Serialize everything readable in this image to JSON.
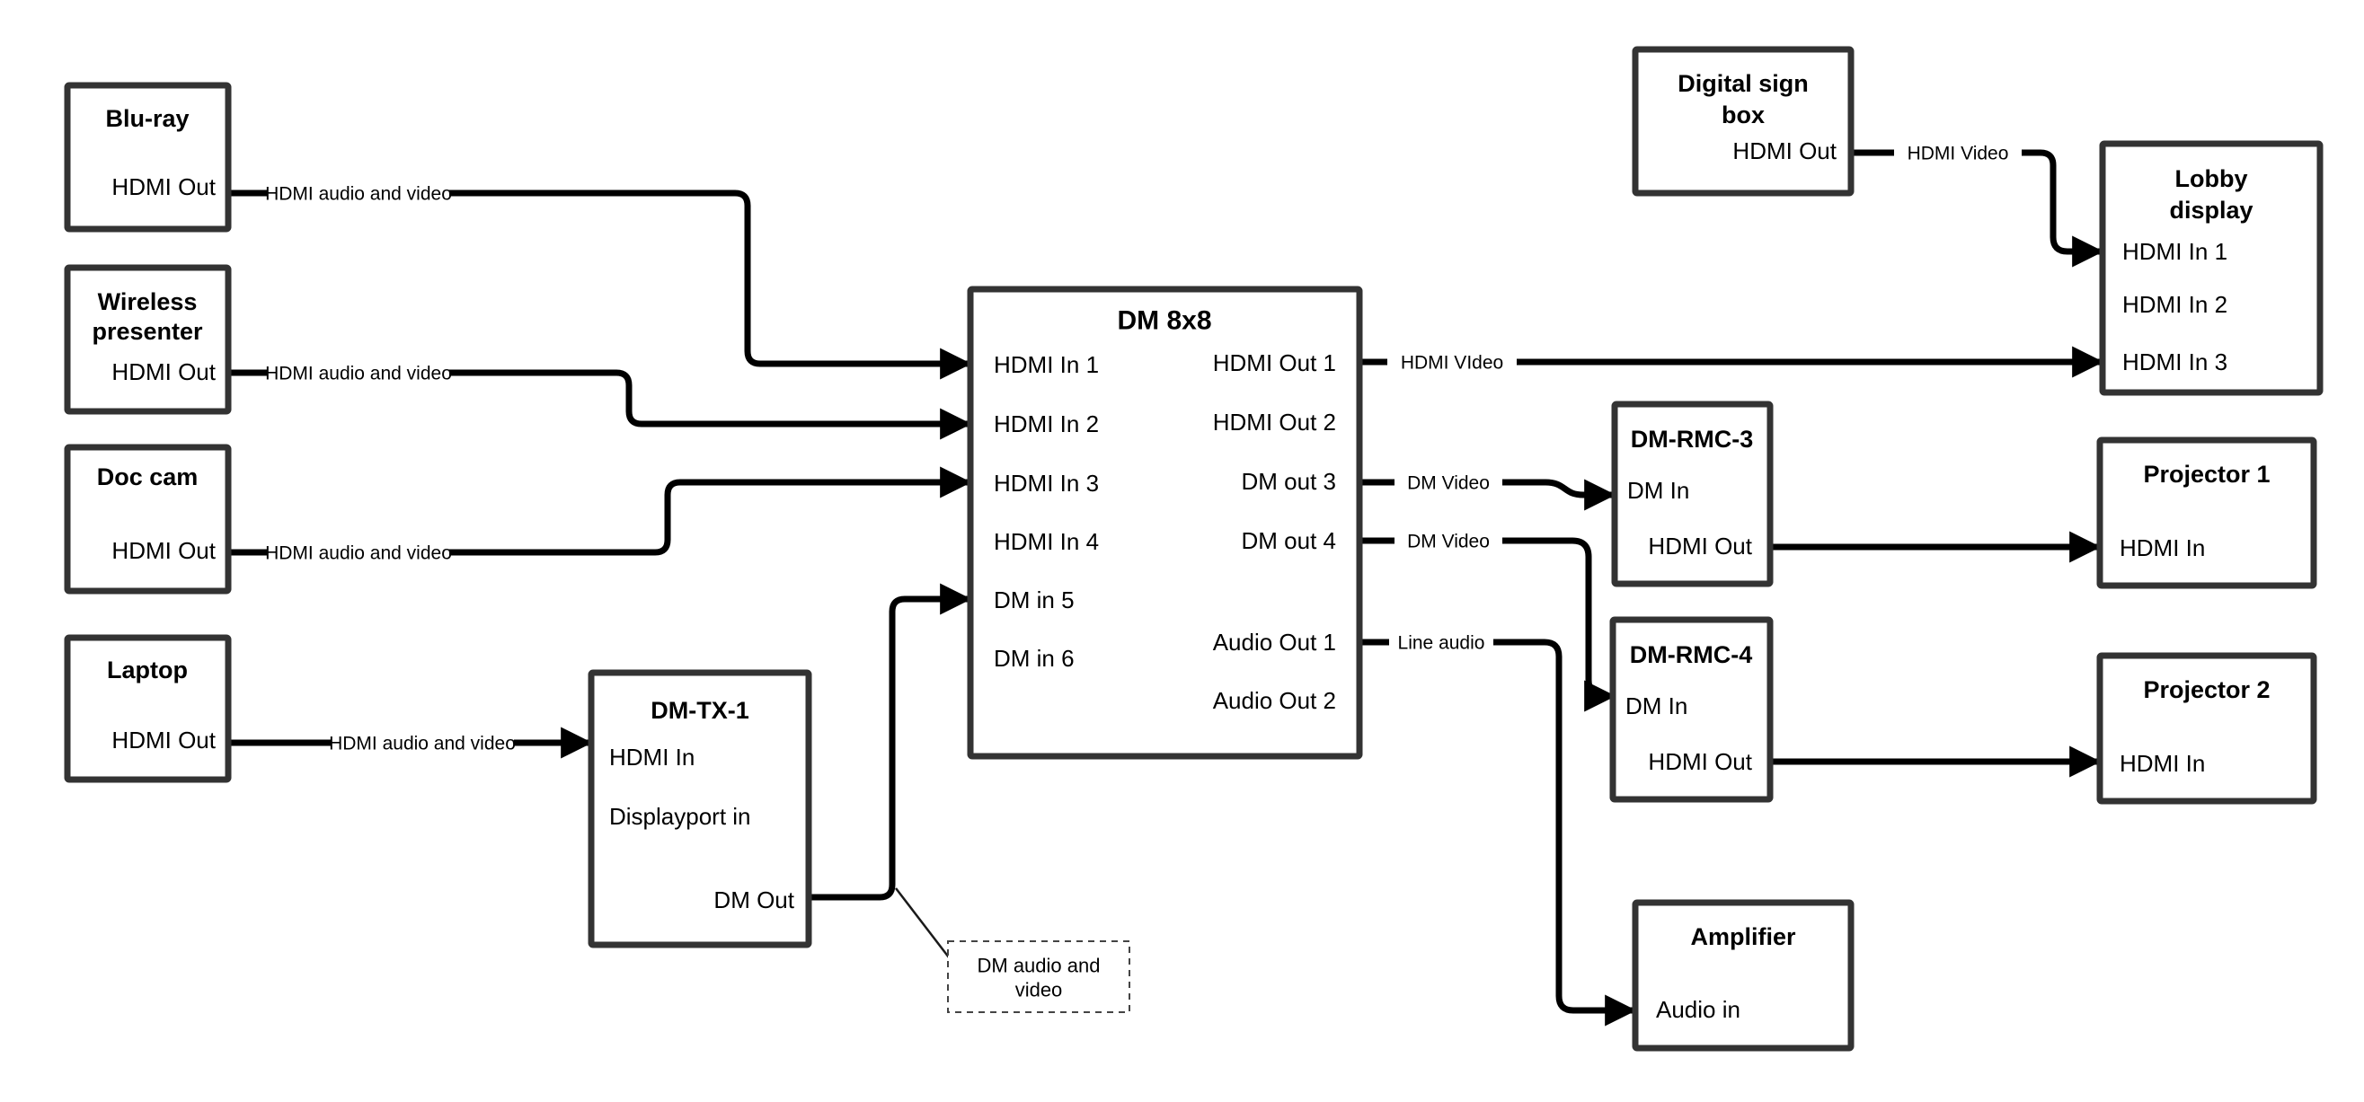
{
  "diagram": {
    "background": "#ffffff",
    "colors": {
      "wire": "#000000",
      "border": "#333333",
      "text": "#000000"
    },
    "nodes": {
      "bluray": {
        "title": "Blu-ray",
        "port_hdmi_out": "HDMI Out"
      },
      "wireless_presenter": {
        "title_line1": "Wireless",
        "title_line2": "presenter",
        "port_hdmi_out": "HDMI Out"
      },
      "doc_cam": {
        "title": "Doc cam",
        "port_hdmi_out": "HDMI Out"
      },
      "laptop": {
        "title": "Laptop",
        "port_hdmi_out": "HDMI Out"
      },
      "dm_tx_1": {
        "title": "DM-TX-1",
        "port_hdmi_in": "HDMI In",
        "port_displayport_in": "Displayport in",
        "port_dm_out": "DM Out"
      },
      "dm_8x8": {
        "title": "DM 8x8",
        "port_hdmi_in_1": "HDMI In 1",
        "port_hdmi_in_2": "HDMI In 2",
        "port_hdmi_in_3": "HDMI In 3",
        "port_hdmi_in_4": "HDMI In 4",
        "port_dm_in_5": "DM in 5",
        "port_dm_in_6": "DM in 6",
        "port_hdmi_out_1": "HDMI Out 1",
        "port_hdmi_out_2": "HDMI Out 2",
        "port_dm_out_3": "DM out 3",
        "port_dm_out_4": "DM out 4",
        "port_audio_out_1": "Audio Out 1",
        "port_audio_out_2": "Audio Out 2"
      },
      "digital_sign_box": {
        "title_line1": "Digital sign",
        "title_line2": "box",
        "port_hdmi_out": "HDMI Out"
      },
      "lobby_display": {
        "title_line1": "Lobby",
        "title_line2": "display",
        "port_hdmi_in_1": "HDMI In 1",
        "port_hdmi_in_2": "HDMI In 2",
        "port_hdmi_in_3": "HDMI In 3"
      },
      "dm_rmc_3": {
        "title": "DM-RMC-3",
        "port_dm_in": "DM In",
        "port_hdmi_out": "HDMI Out"
      },
      "projector_1": {
        "title": "Projector 1",
        "port_hdmi_in": "HDMI In"
      },
      "dm_rmc_4": {
        "title": "DM-RMC-4",
        "port_dm_in": "DM In",
        "port_hdmi_out": "HDMI Out"
      },
      "projector_2": {
        "title": "Projector 2",
        "port_hdmi_in": "HDMI In"
      },
      "amplifier": {
        "title": "Amplifier",
        "port_audio_in": "Audio in"
      }
    },
    "edge_labels": {
      "bluray_to_dm8x8": "HDMI audio and video",
      "wireless_to_dm8x8": "HDMI audio and video",
      "doccam_to_dm8x8": "HDMI audio and video",
      "laptop_to_dmtx1": "HDMI audio and video",
      "hdmiout1_to_lobby": "HDMI VIdeo",
      "signbox_to_lobby": "HDMI Video",
      "dmout3_to_rmc3": "DM Video",
      "dmout4_to_rmc4": "DM Video",
      "audioout1_to_amp": "Line audio"
    },
    "annotation": {
      "line1": "DM audio and",
      "line2": "video"
    }
  }
}
